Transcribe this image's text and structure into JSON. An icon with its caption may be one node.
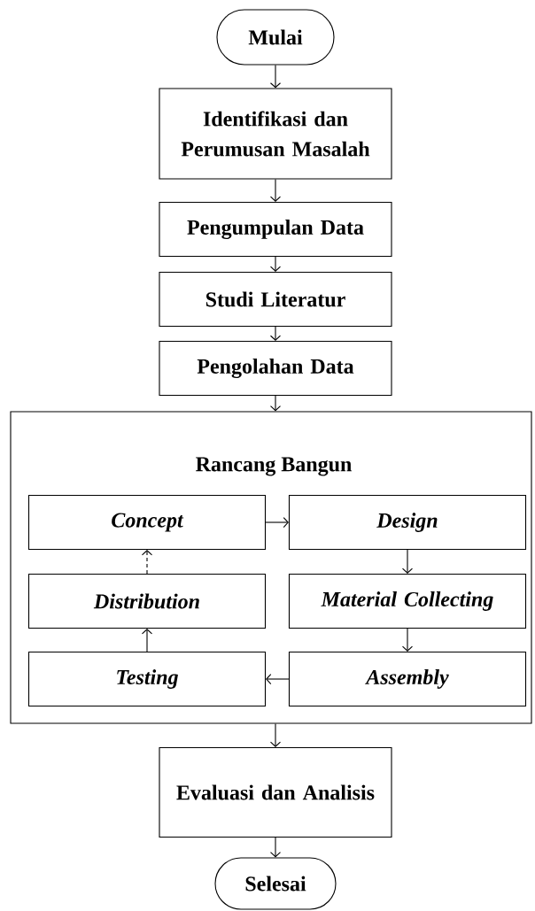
{
  "diagram": {
    "nodes": [
      {
        "text": [
          "Mulai"
        ]
      },
      {
        "text": [
          "Identifikasi dan Perumusan Masalah"
        ]
      },
      {
        "text": [
          "Pengumpulan Data"
        ]
      },
      {
        "text": [
          "Studi Literatur"
        ]
      },
      {
        "text": [
          "Pengolahan Data"
        ]
      },
      {
        "text": [
          "Rancang Bangun"
        ]
      },
      {
        "text": [
          "Concept"
        ],
        "in": 5
      },
      {
        "text": [
          "Design"
        ],
        "in": 5
      },
      {
        "text": [
          "Distribution"
        ],
        "in": 5
      },
      {
        "text": [
          "Material Collecting"
        ],
        "in": 5
      },
      {
        "text": [
          "Testing"
        ],
        "in": 5
      },
      {
        "text": [
          "Assembly"
        ],
        "in": 5
      },
      {
        "text": [
          "Evaluasi dan Analisis"
        ]
      },
      {
        "text": [
          "Selesai"
        ]
      }
    ],
    "edges": [
      {
        "from": 0,
        "to": 1,
        "arrow": "to"
      },
      {
        "from": 1,
        "to": 2,
        "arrow": "to"
      },
      {
        "from": 2,
        "to": 3,
        "arrow": "to"
      },
      {
        "from": 3,
        "to": 4,
        "arrow": "to"
      },
      {
        "from": 4,
        "to": 5,
        "arrow": "to"
      },
      {
        "from": 6,
        "to": 7,
        "arrow": "to"
      },
      {
        "from": 7,
        "to": 9,
        "arrow": "to"
      },
      {
        "from": 9,
        "to": 11,
        "arrow": "to"
      },
      {
        "from": 11,
        "to": 10,
        "arrow": "to"
      },
      {
        "from": 10,
        "to": 8,
        "arrow": "to"
      },
      {
        "from": 8,
        "to": 6,
        "arrow": "to",
        "style": "dashed"
      },
      {
        "from": 5,
        "to": 12,
        "arrow": "to"
      },
      {
        "from": 12,
        "to": 13,
        "arrow": "to"
      }
    ]
  }
}
